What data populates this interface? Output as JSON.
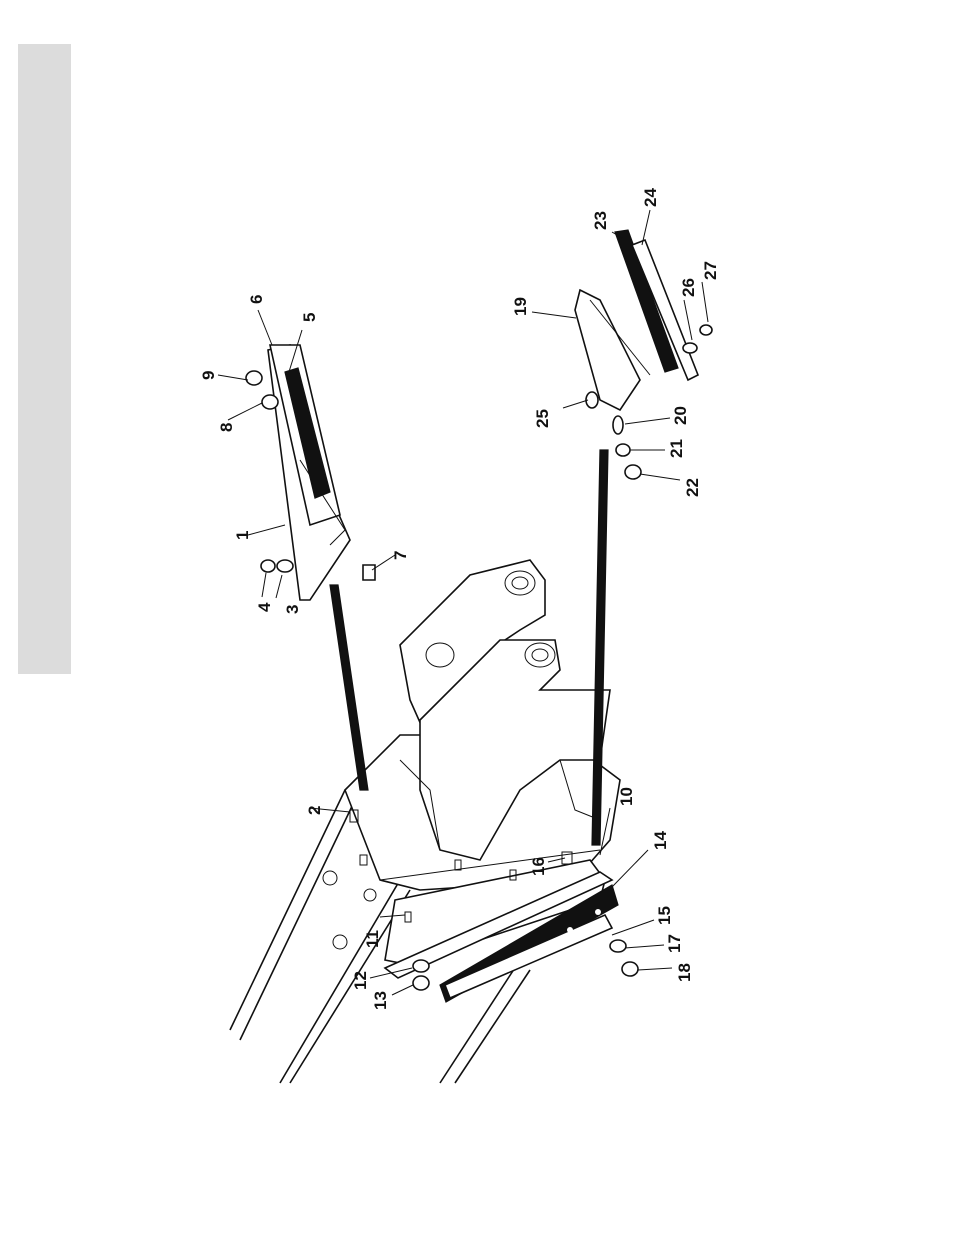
{
  "page": {
    "side_tab_color": "#dcdcdc"
  },
  "callouts": {
    "c1": "1",
    "c2": "2",
    "c3": "3",
    "c4": "4",
    "c5": "5",
    "c6": "6",
    "c7": "7",
    "c8": "8",
    "c9": "9",
    "c10": "10",
    "c11": "11",
    "c12": "12",
    "c13": "13",
    "c14": "14",
    "c15": "15",
    "c16": "16",
    "c17": "17",
    "c18": "18",
    "c19": "19",
    "c20": "20",
    "c21": "21",
    "c22": "22",
    "c23": "23",
    "c24": "24",
    "c25": "25",
    "c26": "26",
    "c27": "27"
  }
}
